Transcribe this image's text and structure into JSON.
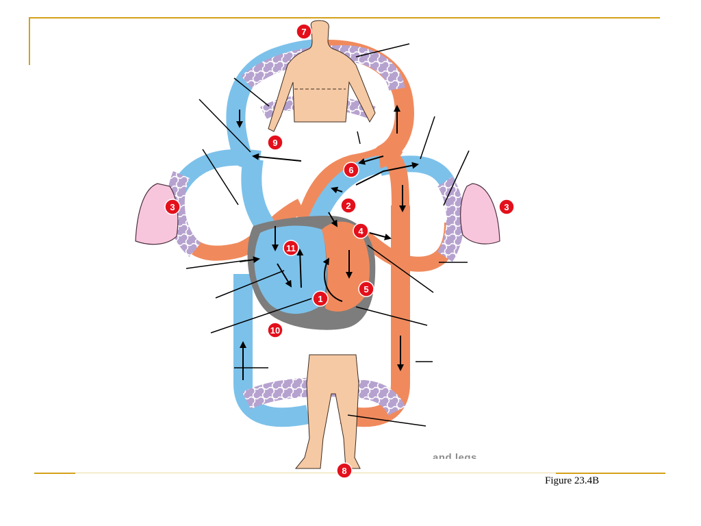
{
  "caption": "Figure 23.4B",
  "partial_label": "and legs",
  "markers": [
    {
      "id": "marker-7",
      "label": "7"
    },
    {
      "id": "marker-9",
      "label": "9"
    },
    {
      "id": "marker-6",
      "label": "6"
    },
    {
      "id": "marker-2",
      "label": "2"
    },
    {
      "id": "marker-3-left",
      "label": "3"
    },
    {
      "id": "marker-3-right",
      "label": "3"
    },
    {
      "id": "marker-4",
      "label": "4"
    },
    {
      "id": "marker-11",
      "label": "11"
    },
    {
      "id": "marker-5",
      "label": "5"
    },
    {
      "id": "marker-1",
      "label": "1"
    },
    {
      "id": "marker-10",
      "label": "10"
    },
    {
      "id": "marker-8",
      "label": "8"
    }
  ],
  "colors": {
    "accent_gold": "#d4a017",
    "deoxygenated_blood": "#7cc1ea",
    "oxygenated_blood": "#f08a5d",
    "capillary": "#b6a2cf",
    "skin": "#f5c9a4",
    "lung": "#f8c6dc",
    "heart_wall": "#7d7d7d",
    "marker_red": "#e3101b"
  }
}
